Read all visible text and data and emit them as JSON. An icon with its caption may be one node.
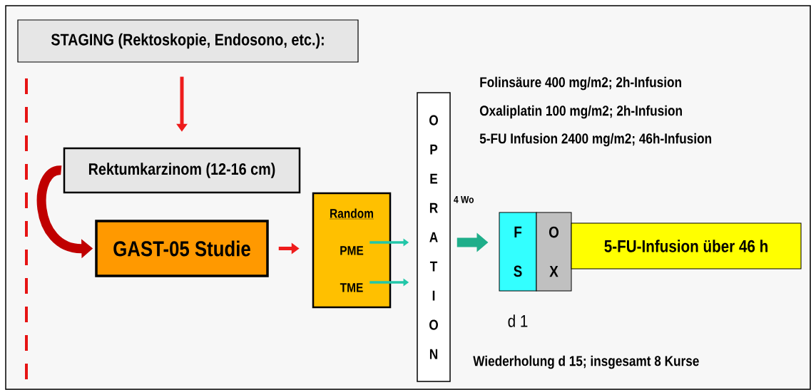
{
  "diagram": {
    "nodes": [
      {
        "text": [
          "STAGING (Rektoskopie, Endosono, etc.):"
        ]
      },
      {
        "text": [
          "Rektumkarzinom (12-16 cm)"
        ]
      },
      {
        "text": [
          "GAST-05 Studie"
        ]
      },
      {
        "text": [
          "Random",
          "PME",
          "TME"
        ]
      },
      {
        "text": [
          "OPERATION"
        ]
      },
      {
        "text": [
          "FS"
        ]
      },
      {
        "text": [
          "OX"
        ]
      },
      {
        "text": [
          "5-FU-Infusion über 46 h"
        ]
      }
    ],
    "edges": [
      {
        "from": 0,
        "to": 1,
        "arrow": "to",
        "color": "#ee1c1c"
      },
      {
        "from": 1,
        "to": 2,
        "arrow": "to",
        "style": "thick",
        "color": "#c00000"
      },
      {
        "from": 2,
        "to": 3,
        "arrow": "to",
        "color": "#ee1c1c"
      },
      {
        "from": 3,
        "to": 4,
        "arrow": "to",
        "color": "#22c7a9"
      },
      {
        "from": 3,
        "to": 4,
        "arrow": "to",
        "color": "#22c7a9"
      },
      {
        "from": 4,
        "to": 5,
        "label": "4 Wo",
        "arrow": "to",
        "style": "thick",
        "color": "#1fae8a"
      }
    ],
    "labels": [
      "Folinsäure 400 mg/m2; 2h-Infusion",
      "Oxaliplatin 100 mg/m2; 2h-Infusion",
      "5-FU Infusion 2400 mg/m2; 46h-Infusion",
      "d 1",
      "Wiederholung d 15; insgesamt 8 Kurse"
    ]
  }
}
